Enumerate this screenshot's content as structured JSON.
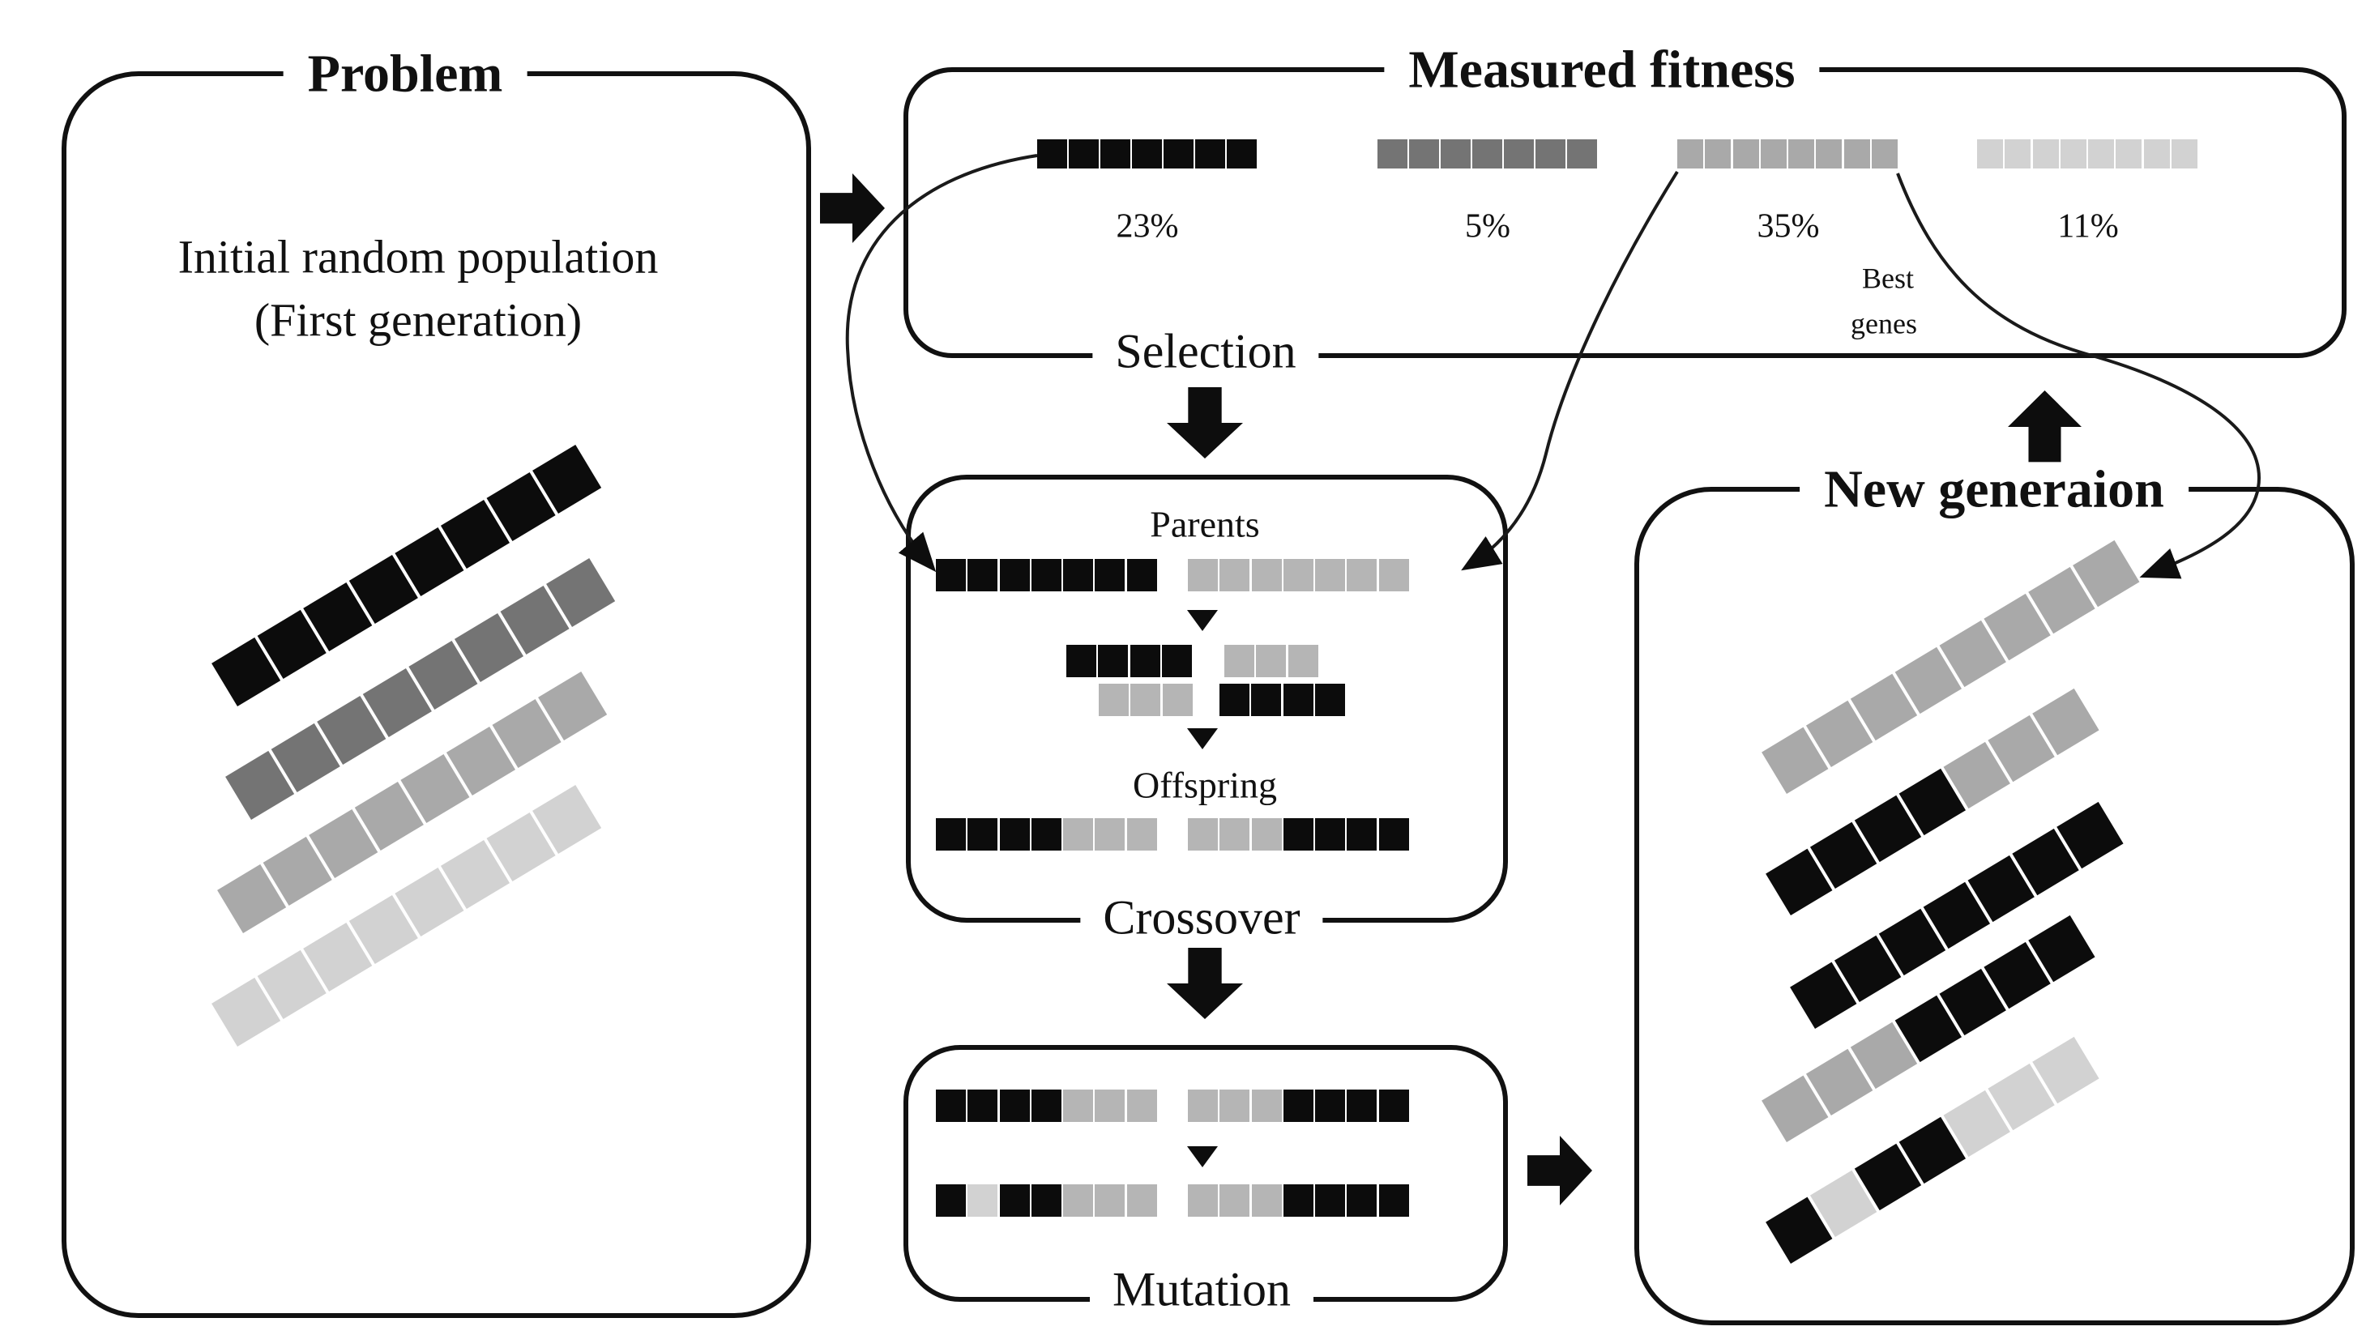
{
  "palette": {
    "black": "#0c0c0c",
    "dark": "#747474",
    "mid": "#a9a9a9",
    "midlight": "#b5b5b5",
    "light": "#d2d2d2"
  },
  "problem_box": {
    "title": "Problem",
    "line1": "Initial random population",
    "line2": "(First generation)",
    "strips": [
      {
        "genes": [
          "black",
          "black",
          "black",
          "black",
          "black",
          "black",
          "black",
          "black"
        ]
      },
      {
        "genes": [
          "dark",
          "dark",
          "dark",
          "dark",
          "dark",
          "dark",
          "dark",
          "dark"
        ]
      },
      {
        "genes": [
          "mid",
          "mid",
          "mid",
          "mid",
          "mid",
          "mid",
          "mid",
          "mid"
        ]
      },
      {
        "genes": [
          "light",
          "light",
          "light",
          "light",
          "light",
          "light",
          "light",
          "light"
        ]
      }
    ]
  },
  "fitness_box": {
    "title": "Measured fitness",
    "rows": [
      {
        "label": "23%",
        "genes": [
          "black",
          "black",
          "black",
          "black",
          "black",
          "black",
          "black"
        ]
      },
      {
        "label": "5%",
        "genes": [
          "dark",
          "dark",
          "dark",
          "dark",
          "dark",
          "dark",
          "dark"
        ]
      },
      {
        "label": "35%",
        "genes": [
          "mid",
          "mid",
          "mid",
          "mid",
          "mid",
          "mid",
          "mid",
          "mid"
        ]
      },
      {
        "label": "11%",
        "genes": [
          "light",
          "light",
          "light",
          "light",
          "light",
          "light",
          "light",
          "light"
        ]
      }
    ],
    "best_line1": "Best",
    "best_line2": "genes"
  },
  "selection_label": "Selection",
  "parents_section": {
    "title": "Parents",
    "parent_left": [
      "black",
      "black",
      "black",
      "black",
      "black",
      "black",
      "black"
    ],
    "parent_right": [
      "midlight",
      "midlight",
      "midlight",
      "midlight",
      "midlight",
      "midlight",
      "midlight"
    ],
    "split_a_left": [
      "black",
      "black",
      "black",
      "black"
    ],
    "split_a_right": [
      "midlight",
      "midlight",
      "midlight"
    ],
    "split_b_left": [
      "midlight",
      "midlight",
      "midlight"
    ],
    "split_b_right": [
      "black",
      "black",
      "black",
      "black"
    ],
    "offspring_title": "Offspring",
    "offspring_left": [
      "black",
      "black",
      "black",
      "black",
      "midlight",
      "midlight",
      "midlight"
    ],
    "offspring_right": [
      "midlight",
      "midlight",
      "midlight",
      "black",
      "black",
      "black",
      "black"
    ],
    "crossover_label": "Crossover"
  },
  "mutation_section": {
    "row1_left": [
      "black",
      "black",
      "black",
      "black",
      "midlight",
      "midlight",
      "midlight"
    ],
    "row1_right": [
      "midlight",
      "midlight",
      "midlight",
      "black",
      "black",
      "black",
      "black"
    ],
    "row2_left": [
      "black",
      "light",
      "black",
      "black",
      "midlight",
      "midlight",
      "midlight"
    ],
    "row2_right": [
      "midlight",
      "midlight",
      "midlight",
      "black",
      "black",
      "black",
      "black"
    ],
    "label": "Mutation"
  },
  "newgen_box": {
    "title": "New generaion",
    "strips": [
      {
        "genes": [
          "mid",
          "mid",
          "mid",
          "mid",
          "mid",
          "mid",
          "mid",
          "mid"
        ]
      },
      {
        "genes": [
          "black",
          "black",
          "black",
          "black",
          "mid",
          "mid",
          "mid"
        ]
      },
      {
        "genes": [
          "black",
          "black",
          "black",
          "black",
          "black",
          "black",
          "black"
        ]
      },
      {
        "genes": [
          "mid",
          "mid",
          "mid",
          "black",
          "black",
          "black",
          "black"
        ]
      },
      {
        "genes": [
          "black",
          "light",
          "black",
          "black",
          "light",
          "light",
          "light"
        ]
      }
    ]
  }
}
